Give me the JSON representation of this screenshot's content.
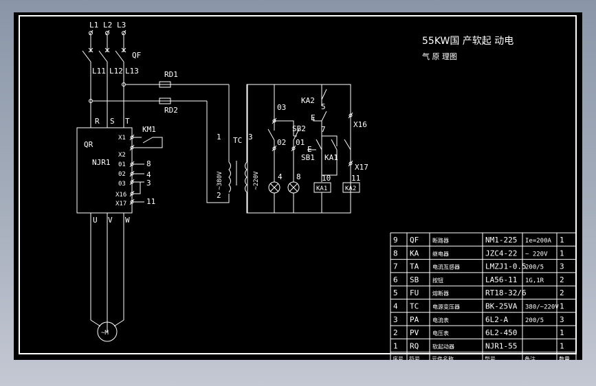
{
  "title": {
    "line1": "55KW国 产软起 动电",
    "line2": "气 原 理图"
  },
  "power": {
    "phases": [
      "L1",
      "L2",
      "L3"
    ],
    "breaker_label": "QF",
    "branches": [
      "L11",
      "L12",
      "L13"
    ],
    "fuses": [
      "RD1",
      "RD2"
    ],
    "inputs": [
      "R",
      "S",
      "T"
    ],
    "outputs": [
      "U",
      "V",
      "W"
    ],
    "motor_label": "~M"
  },
  "soft_starter": {
    "name": "QR",
    "model": "NJR1",
    "contactor": "KM1",
    "terminals": [
      "X1",
      "X2",
      "01",
      "02",
      "03",
      "X16",
      "X17"
    ],
    "wire_numbers": [
      "8",
      "4",
      "3",
      "11"
    ]
  },
  "transformer": {
    "label": "TC",
    "primary_terminals": [
      "1",
      "2"
    ],
    "secondary_terminal": "3",
    "primary_voltage": "~380V",
    "secondary_voltage": "~220V"
  },
  "control": {
    "labels": [
      "03",
      "02",
      "01",
      "SB2",
      "SB1",
      "KA2",
      "KA1",
      "X16",
      "X17",
      "E",
      "E"
    ],
    "nodes": [
      "5",
      "7",
      "4",
      "8",
      "10",
      "11"
    ],
    "coils": [
      "KA1",
      "KA2"
    ]
  },
  "bom": {
    "headers": [
      "序号",
      "符号",
      "元件名称",
      "型号",
      "备注",
      "数量"
    ],
    "rows": [
      {
        "no": "9",
        "symbol": "QF",
        "name": "断路器",
        "model": "NM1-225",
        "note": "Ie=200A",
        "qty": "1"
      },
      {
        "no": "8",
        "symbol": "KA",
        "name": "继电器",
        "model": "JZC4-22",
        "note": "~ 220V",
        "qty": "1"
      },
      {
        "no": "7",
        "symbol": "TA",
        "name": "电流互感器",
        "model": "LMZJ1-0.5",
        "note": "200/5",
        "qty": "3"
      },
      {
        "no": "6",
        "symbol": "SB",
        "name": "按钮",
        "model": "LA56-11",
        "note": "1G,1R",
        "qty": "2"
      },
      {
        "no": "5",
        "symbol": "FU",
        "name": "熔断器",
        "model": "RT18-32/6",
        "note": "",
        "qty": "2"
      },
      {
        "no": "4",
        "symbol": "TC",
        "name": "电源变压器",
        "model": "BK-25VA",
        "note": "380/~220V",
        "qty": "1"
      },
      {
        "no": "3",
        "symbol": "PA",
        "name": "电流表",
        "model": "6L2-A",
        "note": "200/5",
        "qty": "3"
      },
      {
        "no": "2",
        "symbol": "PV",
        "name": "电压表",
        "model": "6L2-450",
        "note": "",
        "qty": "1"
      },
      {
        "no": "1",
        "symbol": "RQ",
        "name": "软起动器",
        "model": "NJR1-55",
        "note": "",
        "qty": "1"
      }
    ]
  }
}
